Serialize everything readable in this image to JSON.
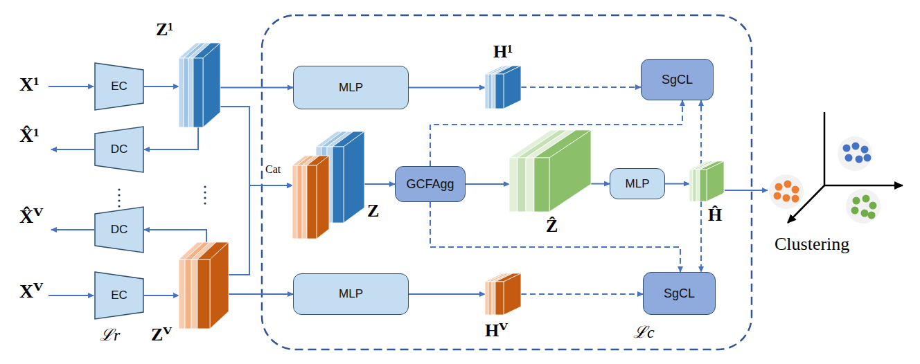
{
  "diagram": {
    "nodes": [
      {
        "text": [
          "EC"
        ]
      },
      {
        "text": [
          "Z¹"
        ]
      },
      {
        "text": [
          "DC"
        ]
      },
      {
        "text": [
          "MLP"
        ]
      },
      {
        "text": [
          "H¹"
        ]
      },
      {
        "text": [
          "SgCL"
        ]
      },
      {
        "text": [
          "Z"
        ]
      },
      {
        "text": [
          "GCFAgg"
        ]
      },
      {
        "text": [
          "Ẑ"
        ]
      },
      {
        "text": [
          "MLP"
        ]
      },
      {
        "text": [
          "Ĥ"
        ]
      },
      {
        "text": [
          "DC"
        ]
      },
      {
        "text": [
          "Zⱽ"
        ]
      },
      {
        "text": [
          "EC"
        ]
      },
      {
        "text": [
          "MLP"
        ]
      },
      {
        "text": [
          "Hⱽ"
        ]
      },
      {
        "text": [
          "SgCL"
        ]
      }
    ],
    "edges": [
      {
        "from": 0,
        "to": 1,
        "arrow": "to"
      },
      {
        "from": 1,
        "to": 2,
        "arrow": "to"
      },
      {
        "from": 1,
        "to": 3,
        "arrow": "to"
      },
      {
        "from": 1,
        "to": 6,
        "arrow": "to"
      },
      {
        "from": 12,
        "to": 6,
        "arrow": "to"
      },
      {
        "from": 3,
        "to": 4,
        "arrow": "to"
      },
      {
        "from": 4,
        "to": 5,
        "arrow": "to"
      },
      {
        "from": 6,
        "to": 7,
        "arrow": "to"
      },
      {
        "from": 7,
        "to": 8,
        "arrow": "to"
      },
      {
        "from": 8,
        "to": 9,
        "arrow": "to"
      },
      {
        "from": 9,
        "to": 10,
        "arrow": "to"
      },
      {
        "from": 7,
        "to": 5,
        "arrow": "to"
      },
      {
        "from": 7,
        "to": 16,
        "arrow": "to"
      },
      {
        "from": 10,
        "to": 5,
        "arrow": "to"
      },
      {
        "from": 10,
        "to": 16,
        "arrow": "to"
      },
      {
        "from": 12,
        "to": 11,
        "arrow": "to"
      },
      {
        "from": 13,
        "to": 12,
        "arrow": "to"
      },
      {
        "from": 12,
        "to": 14,
        "arrow": "to"
      },
      {
        "from": 14,
        "to": 15,
        "arrow": "to"
      },
      {
        "from": 15,
        "to": 16,
        "arrow": "to"
      }
    ],
    "labels": [
      "X¹",
      "X̂¹",
      "X̂ⱽ",
      "Xⱽ",
      "Cat",
      "ℒr",
      "ℒc",
      "Clustering"
    ]
  }
}
